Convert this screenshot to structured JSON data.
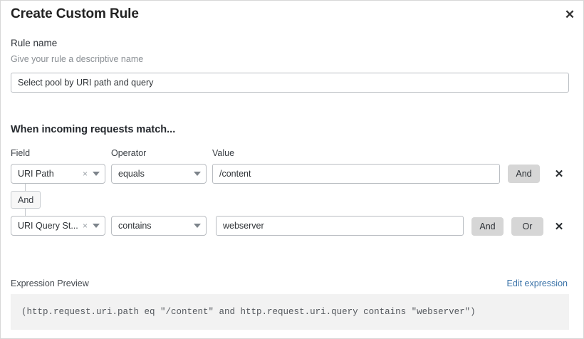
{
  "dialog": {
    "title": "Create Custom Rule",
    "close_icon": "close-icon"
  },
  "rule_name": {
    "label": "Rule name",
    "hint": "Give your rule a descriptive name",
    "value": "Select pool by URI path and query",
    "placeholder": "Select pool by URI path and query"
  },
  "conditions": {
    "section_heading": "When incoming requests match...",
    "columns": {
      "field": "Field",
      "operator": "Operator",
      "value": "Value"
    },
    "connector": {
      "label": "And"
    },
    "rows": [
      {
        "field": "URI Path",
        "clear_icon": "×",
        "operator": "equals",
        "value": "/content",
        "and_label": "And",
        "delete_icon": "✕"
      },
      {
        "field": "URI Query St...",
        "clear_icon": "×",
        "operator": "contains",
        "value": "webserver",
        "and_label": "And",
        "or_label": "Or",
        "delete_icon": "✕"
      }
    ]
  },
  "expression": {
    "label": "Expression Preview",
    "edit_link": "Edit expression",
    "text": "(http.request.uri.path eq \"/content\" and http.request.uri.query contains \"webserver\")"
  },
  "colors": {
    "link": "#3b73a8",
    "logic_button_bg": "#d6d6d6",
    "expression_bg": "#f2f2f2",
    "border": "#b9bdc2"
  }
}
